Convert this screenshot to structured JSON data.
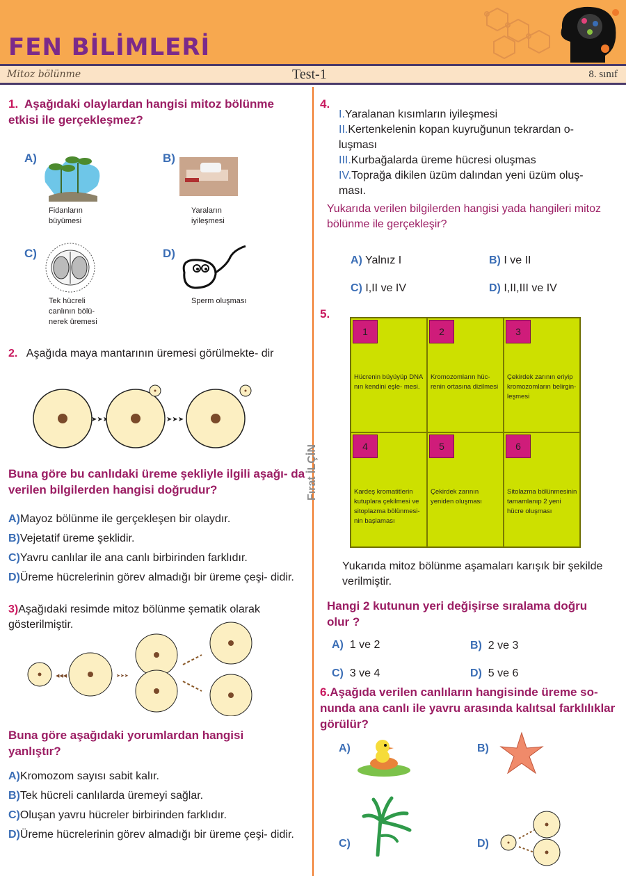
{
  "header": {
    "title": "FEN BİLİMLERİ",
    "topic": "Mitoz bölünme",
    "test": "Test-1",
    "grade": "8. sınıf",
    "author": "Fırat İLÇİN"
  },
  "q1": {
    "num": "1.",
    "text": "Aşağıdaki olaylardan hangisi mitoz bölünme etkisi ile gerçekleşmez?",
    "options": [
      {
        "letter": "A)",
        "caption": "Fidanların büyümesi"
      },
      {
        "letter": "B)",
        "caption": "Yaraların iyileşmesi"
      },
      {
        "letter": "C)",
        "caption": "Tek hücreli canlının bölü- nerek üremesi"
      },
      {
        "letter": "D)",
        "caption": "Sperm oluşması"
      }
    ]
  },
  "q2": {
    "num": "2.",
    "text": "Aşağıda maya mantarının üremesi görülmekte- dir",
    "question": "Buna göre bu canlıdaki üreme şekliyle ilgili aşağı- da verilen bilgilerden hangisi doğrudur?",
    "options": [
      {
        "letter": "A)",
        "text": "Mayoz bölünme ile gerçekleşen bir olaydır."
      },
      {
        "letter": "B)",
        "text": "Vejetatif üreme şeklidir."
      },
      {
        "letter": "C)",
        "text": "Yavru canlılar ile ana canlı birbirinden farklıdır."
      },
      {
        "letter": "D)",
        "text": "Üreme hücrelerinin görev almadığı bir üreme çeşi- didir."
      }
    ]
  },
  "q3": {
    "num": "3)",
    "text": "Aşağıdaki resimde mitoz bölünme şematik olarak gösterilmiştir.",
    "question": "Buna göre aşağıdaki yorumlardan hangisi yanlıştır?",
    "options": [
      {
        "letter": "A)",
        "text": "Kromozom sayısı sabit kalır."
      },
      {
        "letter": "B)",
        "text": "Tek hücreli canlılarda üremeyi sağlar."
      },
      {
        "letter": "C)",
        "text": "Oluşan yavru hücreler birbirinden farklıdır."
      },
      {
        "letter": "D)",
        "text": "Üreme hücrelerinin görev almadığı bir üreme çeşi- didir."
      }
    ]
  },
  "q4": {
    "num": "4.",
    "items": [
      {
        "roman": "I.",
        "text": "Yaralanan kısımların iyileşmesi"
      },
      {
        "roman": "II.",
        "text": "Kertenkelenin kopan kuyruğunun tekrardan o- luşması"
      },
      {
        "roman": "III.",
        "text": "Kurbağalarda üreme hücresi oluşmas"
      },
      {
        "roman": "IV.",
        "text": "Toprağa dikilen üzüm dalından yeni üzüm oluş- ması."
      }
    ],
    "question": "Yukarıda verilen bilgilerden hangisi yada hangileri mitoz bölünme ile gerçekleşir?",
    "options": [
      {
        "letter": "A)",
        "text": "Yalnız I"
      },
      {
        "letter": "B)",
        "text": "I ve II"
      },
      {
        "letter": "C)",
        "text": "I,II ve IV"
      },
      {
        "letter": "D)",
        "text": "I,II,III ve IV"
      }
    ]
  },
  "q5": {
    "num": "5.",
    "cells": [
      {
        "n": "1",
        "text": "Hücrenin büyüyüp DNA nın kendini eşle- mesi."
      },
      {
        "n": "2",
        "text": "Kromozomların hüc- renin ortasına dizilmesi"
      },
      {
        "n": "3",
        "text": "Çekirdek zarının eriyip kromozomların belirgin- leşmesi"
      },
      {
        "n": "4",
        "text": "Kardeş kromatitlerin kutuplara çekilmesi ve sitoplazma bölünmesi- nin başlaması"
      },
      {
        "n": "5",
        "text": "Çekirdek zarının yeniden oluşması"
      },
      {
        "n": "6",
        "text": "Sitolazma bölünmesinin tamamlanıp 2 yeni hücre oluşması"
      }
    ],
    "note": "Yukarıda mitoz bölünme aşamaları karışık bir şekilde verilmiştir.",
    "question": "Hangi 2 kutunun yeri değişirse sıralama doğru olur ?",
    "options": [
      {
        "letter": "A)",
        "text": "1 ve 2"
      },
      {
        "letter": "B)",
        "text": "2 ve 3"
      },
      {
        "letter": "C)",
        "text": "3 ve 4"
      },
      {
        "letter": "D)",
        "text": "5 ve 6"
      }
    ]
  },
  "q6": {
    "num": "6.",
    "text": "Aşağıda verilen canlıların hangisinde üreme so- nunda ana canlı ile yavru arasında kalıtsal farklılıklar görülür?",
    "options": [
      {
        "letter": "A)"
      },
      {
        "letter": "B)"
      },
      {
        "letter": "C)"
      },
      {
        "letter": "D)"
      }
    ]
  }
}
